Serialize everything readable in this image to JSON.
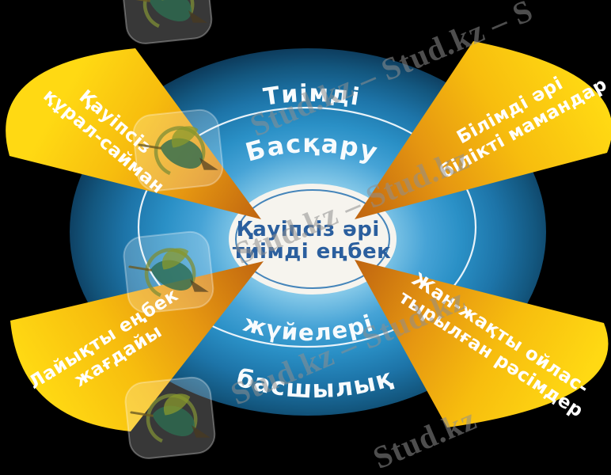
{
  "background_color": "#000000",
  "diagram": {
    "outer_ring": {
      "top_label": "Тиімді",
      "bottom_label": "басшылық"
    },
    "inner_ring": {
      "top_label": "Басқару",
      "bottom_label": "жүйелері"
    },
    "center": {
      "line1": "Қауіпсіз әрі",
      "line2": "тиімді еңбек"
    },
    "wedges": [
      {
        "position": "top-left",
        "line1": "Қауіпсіз",
        "line2": "құрал-сайман"
      },
      {
        "position": "top-right",
        "line1": "Білімді әрі",
        "line2": "білікті мамандар"
      },
      {
        "position": "bottom-left",
        "line1": "Лайықты еңбек",
        "line2": "жағдайы"
      },
      {
        "position": "bottom-right",
        "line1": "Жан-жақты ойлас-",
        "line2": "тырылған рәсімдер"
      }
    ],
    "colors": {
      "ellipse_rim": "#0d3c5d",
      "ellipse_mid_blue": "#2a90c6",
      "ellipse_center_glow": "#eef8fc",
      "divider_arc": "#f2f8fc",
      "center_circle_fill": "#f6f4ee",
      "center_circle_ring": "#4585ba",
      "center_text": "#2b5f9e",
      "wedge_wide_end": "#ffd913",
      "wedge_tip": "#bf6410",
      "label_text": "#ffffff"
    }
  },
  "watermark": {
    "brand": "Stud.kz",
    "lines": [
      "Stud.kz – Stud.kz – S",
      "Stud.kz – Stud.kz",
      "Stud.kz – Stud.kz",
      "Stud.kz"
    ],
    "logo": "stud-kz-hummingbird-logo"
  }
}
